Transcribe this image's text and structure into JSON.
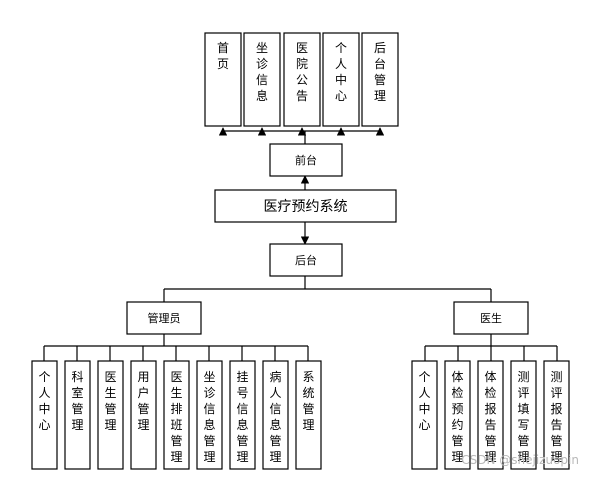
{
  "top": {
    "front_modules": [
      "首页",
      "坐诊信息",
      "医院公告",
      "个人中心",
      "后台管理"
    ],
    "front_label": "前台",
    "system_label": "医疗预约系统",
    "back_label": "后台"
  },
  "admin": {
    "label": "管理员",
    "modules": [
      "个人中心",
      "科室管理",
      "医生管理",
      "用户管理",
      "医生排班管理",
      "坐诊信息管理",
      "挂号信息管理",
      "病人信息管理",
      "系统管理"
    ]
  },
  "doctor": {
    "label": "医生",
    "modules": [
      "个人中心",
      "体检预约管理",
      "体检报告管理",
      "测评填写管理",
      "测评报告管理"
    ]
  },
  "watermark": "CSDN @shejizuopin"
}
